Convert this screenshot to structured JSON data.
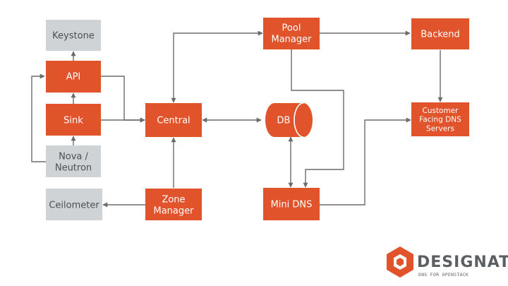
{
  "colors": {
    "component": "#e0532b",
    "external": "#cfd3d6",
    "component_text": "#ffffff",
    "external_text": "#4a4f54",
    "line": "#6b6b6b",
    "logo": "#e0532b",
    "logo_text": "#5a5f64"
  },
  "nodes": {
    "keystone": {
      "lines": [
        "Keystone"
      ]
    },
    "api": {
      "lines": [
        "API"
      ]
    },
    "sink": {
      "lines": [
        "Sink"
      ]
    },
    "nova_neutron": {
      "lines": [
        "Nova /",
        "Neutron"
      ]
    },
    "ceilometer": {
      "lines": [
        "Ceilometer"
      ]
    },
    "central": {
      "lines": [
        "Central"
      ]
    },
    "zone_manager": {
      "lines": [
        "Zone",
        "Manager"
      ]
    },
    "pool_manager": {
      "lines": [
        "Pool",
        "Manager"
      ]
    },
    "db": {
      "lines": [
        "DB"
      ]
    },
    "mini_dns": {
      "lines": [
        "Mini DNS"
      ]
    },
    "backend": {
      "lines": [
        "Backend"
      ]
    },
    "customer_dns": {
      "lines": [
        "Customer",
        "Facing DNS",
        "Servers"
      ]
    }
  },
  "logo": {
    "icon": "designate-hexagon-icon",
    "wordmark": "DESIGNATE",
    "tagline": "DNS FOR OPENSTACK"
  }
}
